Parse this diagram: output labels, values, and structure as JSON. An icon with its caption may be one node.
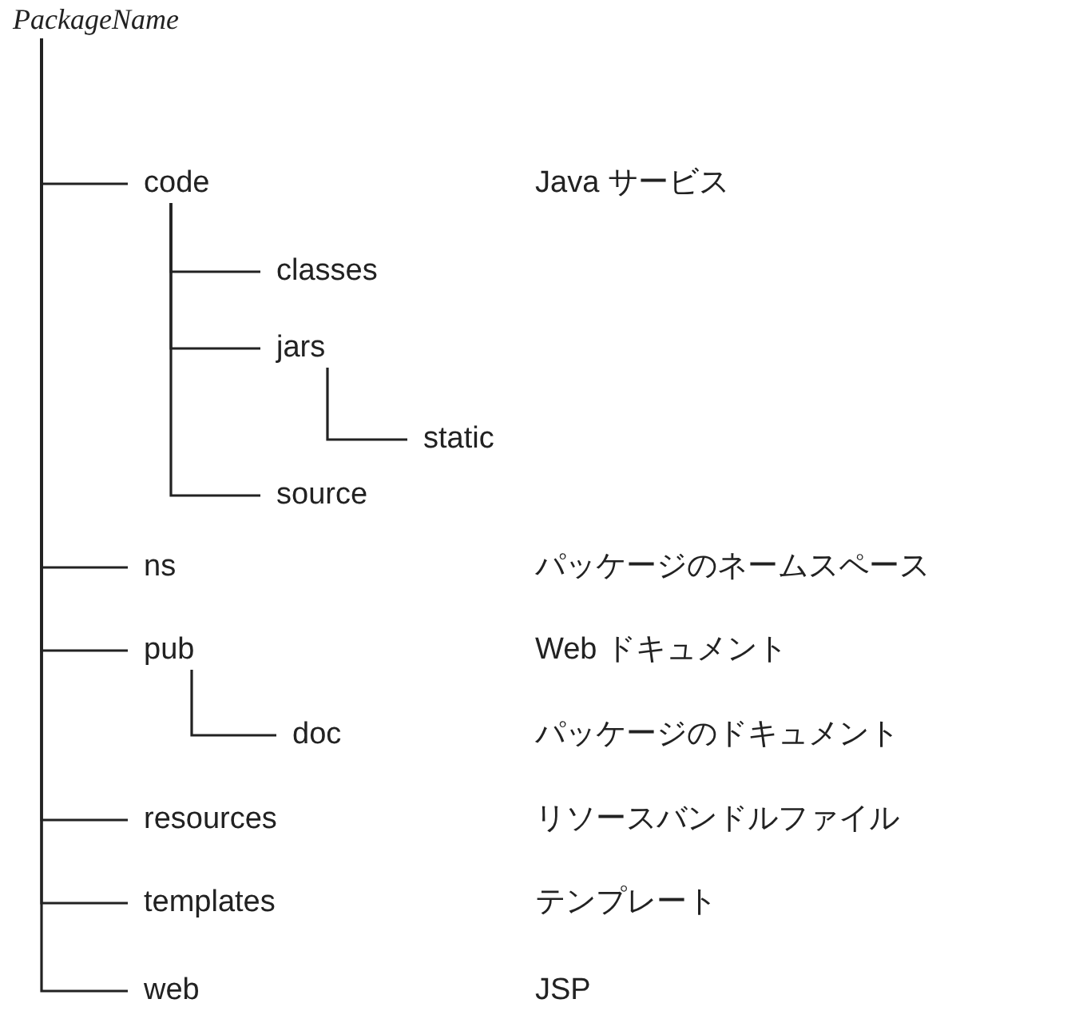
{
  "diagram": {
    "nodes": [
      {
        "text": [
          "PackageName"
        ]
      },
      {
        "text": [
          "code"
        ]
      },
      {
        "text": [
          "classes"
        ]
      },
      {
        "text": [
          "jars"
        ]
      },
      {
        "text": [
          "static"
        ]
      },
      {
        "text": [
          "source"
        ]
      },
      {
        "text": [
          "ns"
        ]
      },
      {
        "text": [
          "pub"
        ]
      },
      {
        "text": [
          "doc"
        ]
      },
      {
        "text": [
          "resources"
        ]
      },
      {
        "text": [
          "templates"
        ]
      },
      {
        "text": [
          "web"
        ]
      }
    ],
    "edges": [
      {
        "from": 0,
        "to": 1,
        "arrow": "none"
      },
      {
        "from": 1,
        "to": 2,
        "arrow": "none"
      },
      {
        "from": 1,
        "to": 3,
        "arrow": "none"
      },
      {
        "from": 3,
        "to": 4,
        "arrow": "none"
      },
      {
        "from": 1,
        "to": 5,
        "arrow": "none"
      },
      {
        "from": 0,
        "to": 6,
        "arrow": "none"
      },
      {
        "from": 0,
        "to": 7,
        "arrow": "none"
      },
      {
        "from": 7,
        "to": 8,
        "arrow": "none"
      },
      {
        "from": 0,
        "to": 9,
        "arrow": "none"
      },
      {
        "from": 0,
        "to": 10,
        "arrow": "none"
      },
      {
        "from": 0,
        "to": 11,
        "arrow": "none"
      }
    ],
    "labels": [
      "Java サービス",
      "パッケージのネームスペース",
      "Web ドキュメント",
      "パッケージのドキュメント",
      "リソースバンドルファイル",
      "テンプレート",
      "JSP"
    ]
  }
}
